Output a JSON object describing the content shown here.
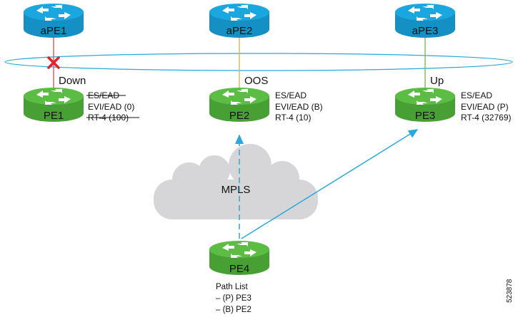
{
  "figure_id": "523878",
  "cloud": {
    "label": "MPLS"
  },
  "access_routers": [
    {
      "name": "aPE1",
      "link_state": "Down"
    },
    {
      "name": "aPE2",
      "link_state": "OOS"
    },
    {
      "name": "aPE3",
      "link_state": "Up"
    }
  ],
  "pe_routers": [
    {
      "name": "PE1",
      "routes": [
        "ES/EAD",
        "EVI/EAD (0)",
        "RT-4 (100)"
      ],
      "struck": [
        true,
        false,
        true
      ]
    },
    {
      "name": "PE2",
      "routes": [
        "ES/EAD",
        "EVI/EAD (B)",
        "RT-4 (10)"
      ],
      "struck": [
        false,
        false,
        false
      ]
    },
    {
      "name": "PE3",
      "routes": [
        "ES/EAD",
        "EVI/EAD (P)",
        "RT-4 (32769)"
      ],
      "struck": [
        false,
        false,
        false
      ]
    }
  ],
  "remote_pe": {
    "name": "PE4",
    "path_list_title": "Path List",
    "path_list": [
      "–   (P) PE3",
      "–   (B) PE2"
    ]
  },
  "colors": {
    "access_router": "#1aa7e0",
    "pe_router": "#5cbd45",
    "link_down": "#e05060",
    "link_oos": "#f0b040",
    "link_up": "#7db860",
    "paths": "#2aa8dc",
    "cloud": "#d6d6d8",
    "fail_mark": "#e0242c"
  }
}
